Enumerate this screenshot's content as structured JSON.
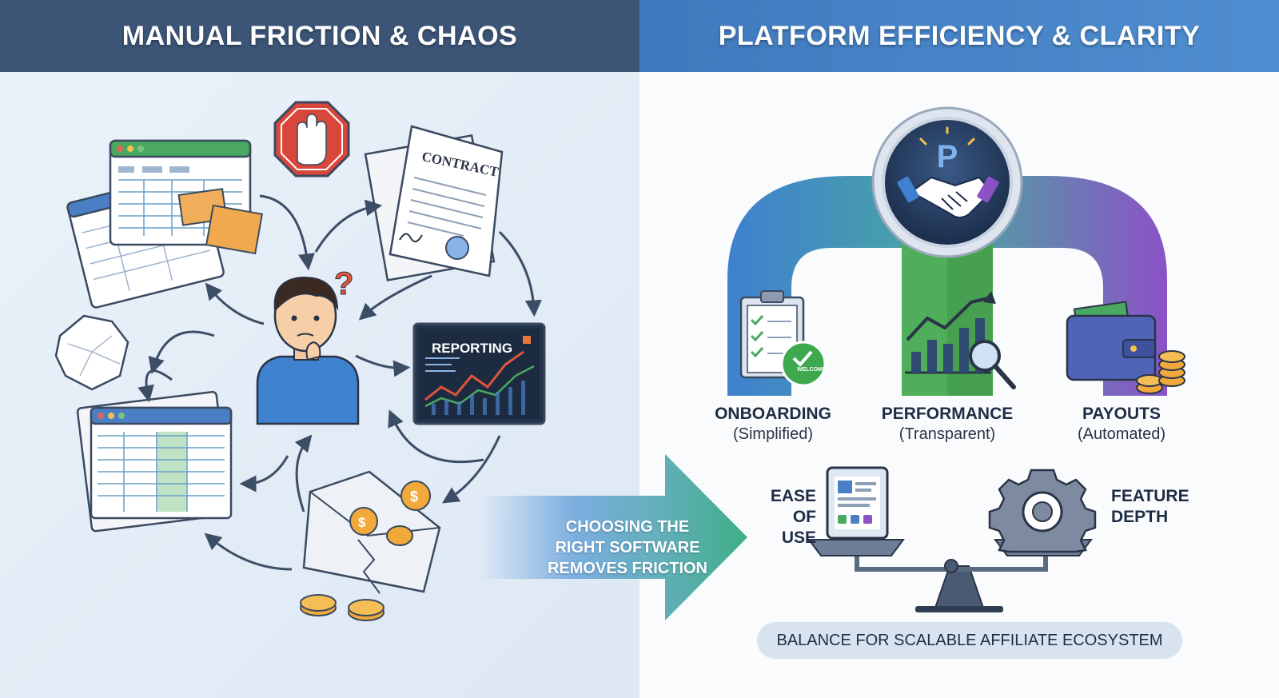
{
  "headers": {
    "left": "MANUAL FRICTION & CHAOS",
    "right": "PLATFORM EFFICIENCY & CLARITY"
  },
  "left_panel": {
    "reporting_label": "REPORTING",
    "contract_label": "CONTRACT",
    "icons": [
      "spreadsheet-icon",
      "stop-hand-icon",
      "contract-icon",
      "confused-person-icon",
      "question-mark-icon",
      "crumpled-paper-icon",
      "reporting-dashboard-icon",
      "spreadsheet-icon",
      "torn-envelope-icon",
      "coin-icon"
    ]
  },
  "transition_arrow": {
    "text": "CHOOSING THE\nRIGHT SOFTWARE\nREMOVES FRICTION"
  },
  "right_panel": {
    "hub_letter": "P",
    "hub_icon": "handshake-icon",
    "pillars": [
      {
        "title": "ONBOARDING",
        "subtitle": "(Simplified)",
        "icon": "clipboard-checklist-icon",
        "badge_text": "WELCOME",
        "color": "#3d7fcf"
      },
      {
        "title": "PERFORMANCE",
        "subtitle": "(Transparent)",
        "icon": "bar-chart-magnifier-icon",
        "color": "#4fae5a"
      },
      {
        "title": "PAYOUTS",
        "subtitle": "(Automated)",
        "icon": "wallet-coins-icon",
        "color": "#8a55c4"
      }
    ],
    "scale": {
      "left_label": "EASE\nOF USE",
      "right_label": "FEATURE\nDEPTH",
      "left_icon": "tablet-icon",
      "right_icon": "gear-icon",
      "caption": "BALANCE FOR SCALABLE AFFILIATE ECOSYSTEM"
    }
  },
  "colors": {
    "left_header": "#3c5577",
    "right_header": "#4a86c9",
    "left_bg": "#e6eef7",
    "right_bg": "#fafbfd",
    "arrow_gradient_start": "#5b9bd8",
    "arrow_gradient_end": "#3fae86"
  }
}
